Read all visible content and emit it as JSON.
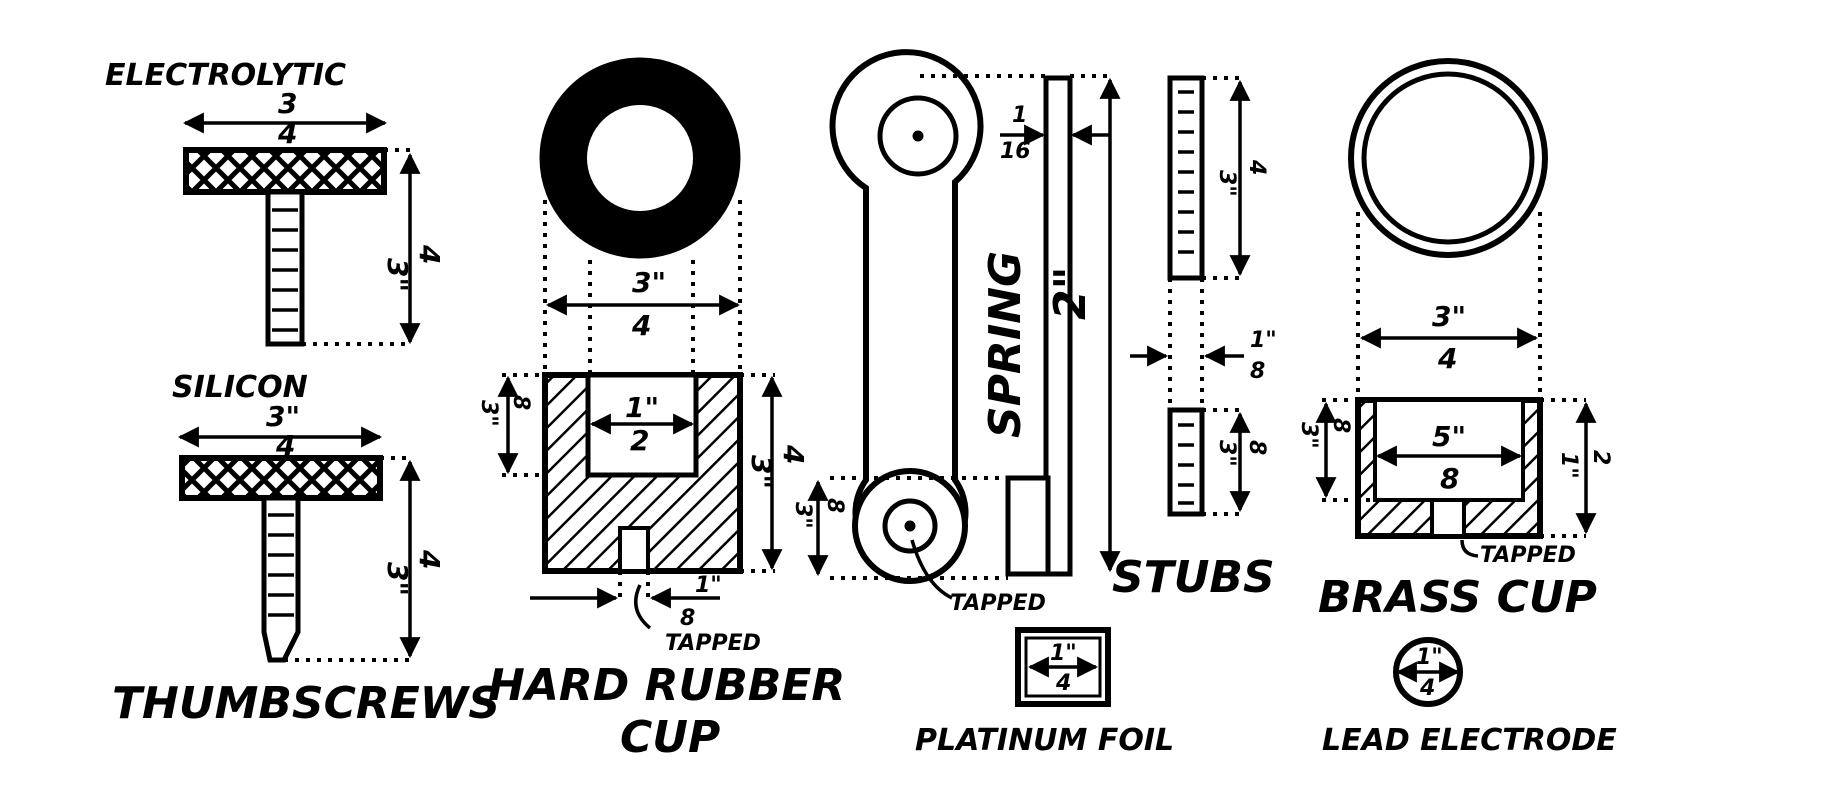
{
  "labels": {
    "electrolytic": "ELECTROLYTIC",
    "silicon": "SILICON",
    "thumbscrews": "THUMBSCREWS",
    "hard_rubber_1": "HARD RUBBER",
    "hard_rubber_2": "CUP",
    "spring": "SPRING",
    "stubs": "STUBS",
    "brass_cup": "BRASS CUP",
    "platinum_foil": "PLATINUM FOIL",
    "lead_electrode": "LEAD ELECTRODE",
    "tapped_rubber": "TAPPED",
    "tapped_spring": "TAPPED",
    "tapped_brass": "TAPPED"
  },
  "dimensions": {
    "three_quarter": [
      "3",
      "4"
    ],
    "three_quarter_inch": [
      "3\"",
      "4"
    ],
    "three_eighth": [
      "3\"",
      "8"
    ],
    "half_inch": [
      "1\"",
      "2"
    ],
    "one_eighth": [
      "1\"",
      "8"
    ],
    "one_sixteenth": [
      "1",
      "16"
    ],
    "five_eighth": [
      "5\"",
      "8"
    ],
    "one_quarter": [
      "1\"",
      "4"
    ],
    "two_inch": "2\""
  }
}
